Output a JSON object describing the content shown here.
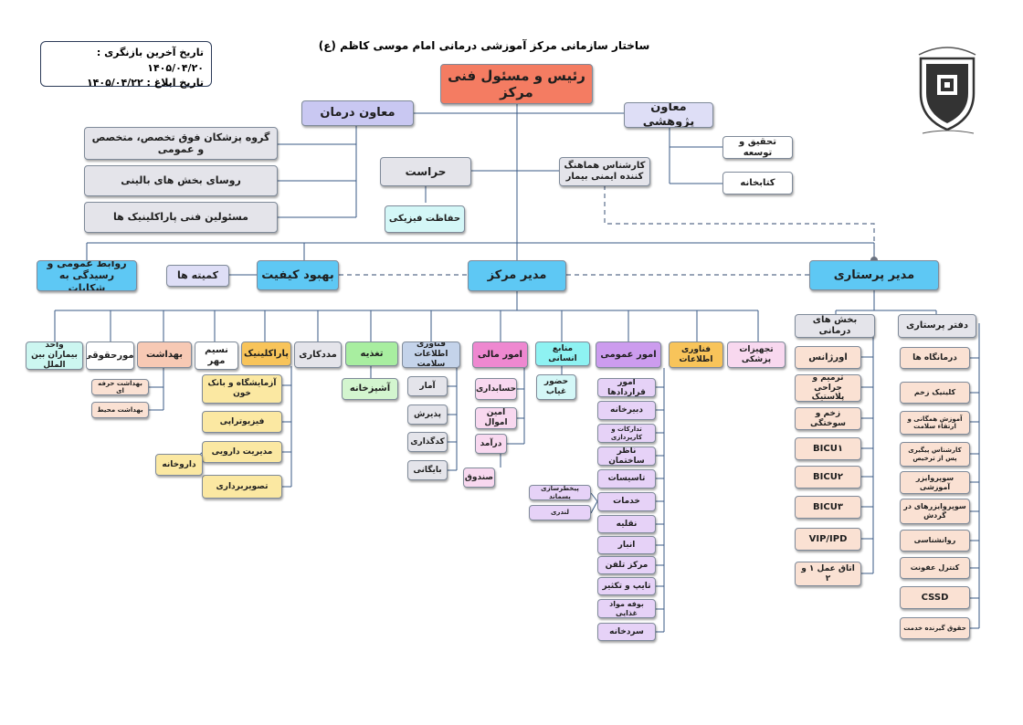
{
  "header": {
    "title": "ساختار سازمانی مرکز آموزشی درمانی امام موسی کاظم (ع)",
    "last_review": "تاریخ آخرین بازنگری : ۱۴۰۵/۰۴/۲۰",
    "notice_date": "تاریخ ابلاغ : ۱۴۰۵/۰۴/۲۲"
  },
  "logo": {
    "icon": "university-seal-icon"
  },
  "top": {
    "head": "رئیس و مسئول فنی مرکز",
    "treatment_deputy": "معاون درمان",
    "research_deputy": "معاون پژوهشی",
    "research_dev": "تحقیق و توسعه",
    "library": "کتابخانه",
    "safety_expert": "کارشناس هماهنگ کننده ایمنی بیمار",
    "security": "حراست",
    "physical_protection": "حفاظت فیزیکی",
    "physician_groups": "گروه پزشکان فوق تخصص، متخصص و عمومی",
    "ward_heads": "روسای بخش های بالینی",
    "paraclinic_managers": "مسئولین فنی پاراکلینیک ها"
  },
  "mid": {
    "public_relations": "روابط عمومی و رسیدگی به شکایات",
    "committees": "کمیته ها",
    "quality": "بهبود کیفیت",
    "director": "مدیر مرکز",
    "nursing_director": "مدیر پرستاری"
  },
  "depts": {
    "international": "واحد بیماران بین الملل",
    "legal": "امورحقوقی",
    "health": "بهداشت",
    "nasim": "نسیم مهر",
    "paraclinic": "پاراکلینیک",
    "social_work": "مددکاری",
    "nutrition": "تغذیه",
    "hit": "فناوری اطلاعات سلامت",
    "finance": "امور مالی",
    "hr": "منابع انسانی",
    "general_affairs": "امور عمومی",
    "it": "فناوری اطلاعات",
    "medical_equipment": "تجهیزات پزشکی"
  },
  "subs": {
    "health": [
      "بهداشت حرفه ای",
      "بهداشت محیط"
    ],
    "paraclinic": [
      "آزمایشگاه و بانک خون",
      "فیزیوتراپی",
      "مدیریت دارویی",
      "تصویربرداری"
    ],
    "pharmacy": "داروخانه",
    "nutrition": [
      "آشپزخانه"
    ],
    "hit": [
      "آمار",
      "پذیرش",
      "کدگذاری",
      "بایگانی"
    ],
    "finance": [
      "حسابداری",
      "امین اموال",
      "درآمد",
      "صندوق"
    ],
    "hr": [
      "حضور غیاب"
    ],
    "general": [
      "امور قراردادها",
      "دبیرخانه",
      "تدارکات و کارپردازی",
      "ناظر ساختمان",
      "تاسیسات",
      "خدمات",
      "نقلیه",
      "انبار",
      "مرکز تلفن",
      "تایپ و تکثیر",
      "بوفه مواد غذایی",
      "سردخانه"
    ],
    "services": [
      "پیخطرسازی پسماند",
      "لندری"
    ]
  },
  "nursing": {
    "wards_title": "بخش های درمانی",
    "office_title": "دفتر پرستاری",
    "wards": [
      "اورژانس",
      "ترمیم و جراحی پلاستیک",
      "زخم و سوختگی",
      "BICU۱",
      "BICU۲",
      "BICU۳",
      "VIP/IPD",
      "اتاق عمل ۱ و ۲"
    ],
    "office": [
      "درمانگاه ها",
      "کلینیک زخم",
      "آموزش همگانی و ارتقاء سلامت",
      "کارشناس پیگیری پس از ترخیص",
      "سوپروایزر آموزشی",
      "سوپروایزرهای در گردش",
      "روانشناسی",
      "کنترل عفونت",
      "CSSD",
      "حقوق گیرنده خدمت"
    ]
  }
}
